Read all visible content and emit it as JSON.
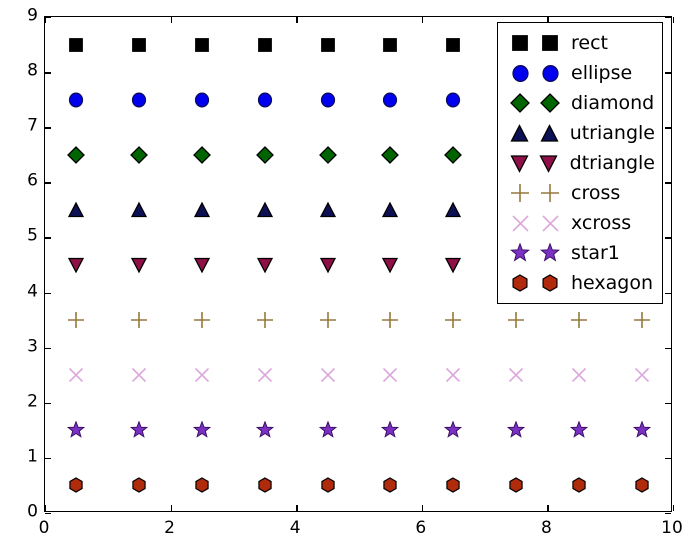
{
  "chart_data": {
    "type": "scatter",
    "title": "",
    "xlabel": "",
    "ylabel": "",
    "xlim": [
      0,
      10
    ],
    "ylim": [
      0,
      9
    ],
    "grid": false,
    "legend_position": "upper right",
    "xticks": [
      "0",
      "2",
      "4",
      "6",
      "8",
      "10"
    ],
    "xtick_values": [
      0,
      2,
      4,
      6,
      8,
      10
    ],
    "yticks": [
      "0",
      "1",
      "2",
      "3",
      "4",
      "5",
      "6",
      "7",
      "8",
      "9"
    ],
    "ytick_values": [
      0,
      1,
      2,
      3,
      4,
      5,
      6,
      7,
      8,
      9
    ],
    "x": [
      0.5,
      1.5,
      2.5,
      3.5,
      4.5,
      5.5,
      6.5,
      7.5,
      8.5,
      9.5
    ],
    "series": [
      {
        "name": "rect",
        "marker": "square",
        "y": 8.5,
        "values": [
          8.5,
          8.5,
          8.5,
          8.5,
          8.5,
          8.5,
          8.5,
          8.5,
          8.5,
          8.5
        ],
        "face_color": "#000000",
        "edge_color": "#000000",
        "size": 14
      },
      {
        "name": "ellipse",
        "marker": "circle",
        "y": 7.5,
        "values": [
          7.5,
          7.5,
          7.5,
          7.5,
          7.5,
          7.5,
          7.5,
          7.5,
          7.5,
          7.5
        ],
        "face_color": "#0000ee",
        "edge_color": "#0a0a55",
        "size": 15
      },
      {
        "name": "diamond",
        "marker": "diamond",
        "y": 6.5,
        "values": [
          6.5,
          6.5,
          6.5,
          6.5,
          6.5,
          6.5,
          6.5,
          6.5,
          6.5,
          6.5
        ],
        "face_color": "#006400",
        "edge_color": "#000000",
        "size": 18
      },
      {
        "name": "utriangle",
        "marker": "triangle-up",
        "y": 5.5,
        "values": [
          5.5,
          5.5,
          5.5,
          5.5,
          5.5,
          5.5,
          5.5,
          5.5,
          5.5,
          5.5
        ],
        "face_color": "#0c1055",
        "edge_color": "#000000",
        "size": 17
      },
      {
        "name": "dtriangle",
        "marker": "triangle-down",
        "y": 4.5,
        "values": [
          4.5,
          4.5,
          4.5,
          4.5,
          4.5,
          4.5,
          4.5,
          4.5,
          4.5,
          4.5
        ],
        "face_color": "#8e1046",
        "edge_color": "#000000",
        "size": 17
      },
      {
        "name": "cross",
        "marker": "plus",
        "y": 3.5,
        "values": [
          3.5,
          3.5,
          3.5,
          3.5,
          3.5,
          3.5,
          3.5,
          3.5,
          3.5,
          3.5
        ],
        "face_color": "#94793d",
        "edge_color": "#94793d",
        "size": 18
      },
      {
        "name": "xcross",
        "marker": "x",
        "y": 2.5,
        "values": [
          2.5,
          2.5,
          2.5,
          2.5,
          2.5,
          2.5,
          2.5,
          2.5,
          2.5,
          2.5
        ],
        "face_color": "#dda8dd",
        "edge_color": "#dda8dd",
        "size": 17
      },
      {
        "name": "star1",
        "marker": "star",
        "y": 1.5,
        "values": [
          1.5,
          1.5,
          1.5,
          1.5,
          1.5,
          1.5,
          1.5,
          1.5,
          1.5,
          1.5
        ],
        "face_color": "#7b31c4",
        "edge_color": "#3d0f66",
        "size": 18
      },
      {
        "name": "hexagon",
        "marker": "hexagon",
        "y": 0.5,
        "values": [
          0.5,
          0.5,
          0.5,
          0.5,
          0.5,
          0.5,
          0.5,
          0.5,
          0.5,
          0.5
        ],
        "face_color": "#b02a0c",
        "edge_color": "#000000",
        "size": 16
      }
    ],
    "legend_entries": [
      {
        "label": "rect",
        "marker": "square"
      },
      {
        "label": "ellipse",
        "marker": "circle"
      },
      {
        "label": "diamond",
        "marker": "diamond"
      },
      {
        "label": "utriangle",
        "marker": "triangle-up"
      },
      {
        "label": "dtriangle",
        "marker": "triangle-down"
      },
      {
        "label": "cross",
        "marker": "plus"
      },
      {
        "label": "xcross",
        "marker": "x"
      },
      {
        "label": "star1",
        "marker": "star"
      },
      {
        "label": "hexagon",
        "marker": "hexagon"
      }
    ],
    "legend_handle_count": 2,
    "colors": {
      "background": "#ffffff",
      "frame": "#000000",
      "text": "#000000"
    }
  }
}
